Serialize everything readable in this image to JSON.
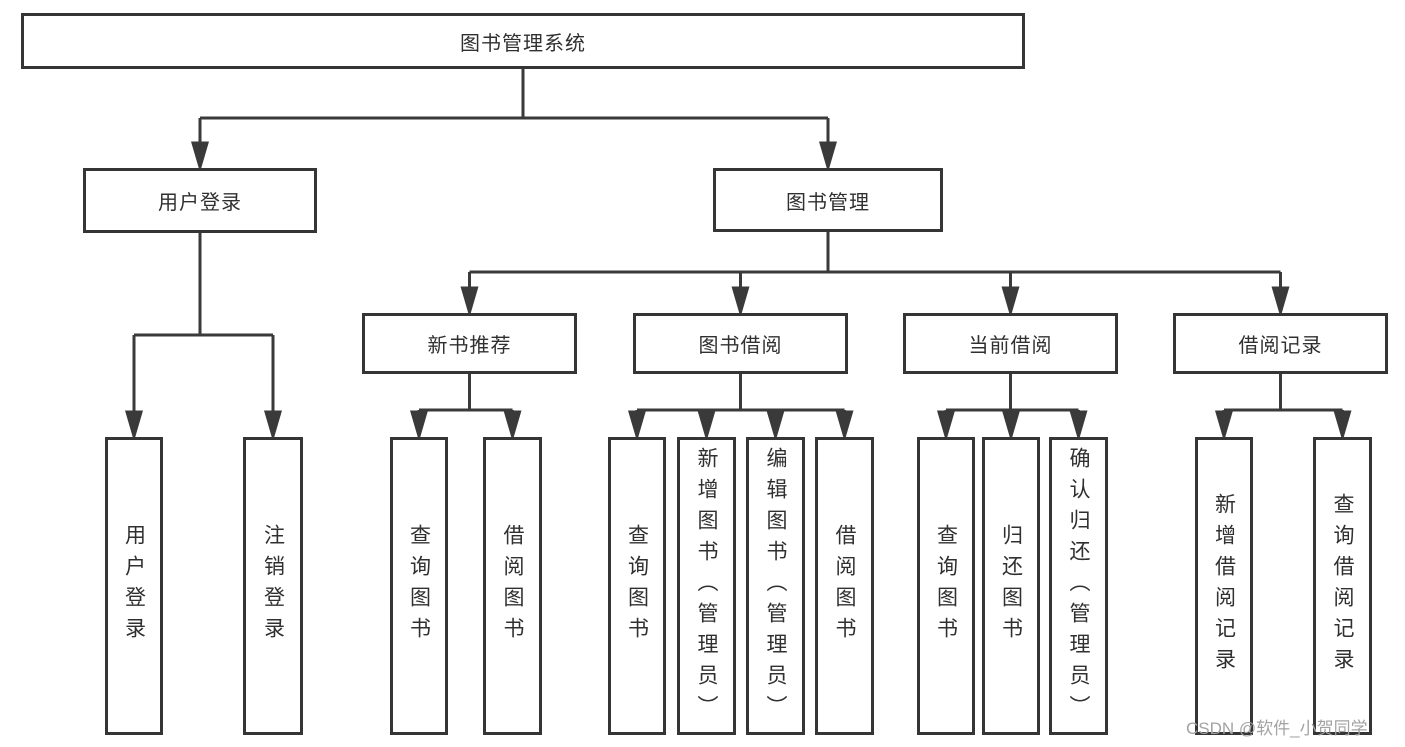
{
  "diagram": {
    "title": "图书管理系统",
    "tree": {
      "label": "图书管理系统",
      "children": [
        {
          "label": "用户登录",
          "children": [
            {
              "label": "用户登录"
            },
            {
              "label": "注销登录"
            }
          ]
        },
        {
          "label": "图书管理",
          "children": [
            {
              "label": "新书推荐",
              "children": [
                {
                  "label": "查询图书"
                },
                {
                  "label": "借阅图书"
                }
              ]
            },
            {
              "label": "图书借阅",
              "children": [
                {
                  "label": "查询图书"
                },
                {
                  "label": "新增图书（管理员）"
                },
                {
                  "label": "编辑图书（管理员）"
                },
                {
                  "label": "借阅图书"
                }
              ]
            },
            {
              "label": "当前借阅",
              "children": [
                {
                  "label": "查询图书"
                },
                {
                  "label": "归还图书"
                },
                {
                  "label": "确认归还（管理员）"
                }
              ]
            },
            {
              "label": "借阅记录",
              "children": [
                {
                  "label": "新增借阅记录"
                },
                {
                  "label": "查询借阅记录"
                }
              ]
            }
          ]
        }
      ]
    }
  },
  "watermark": {
    "text": "CSDN @软件_小贺同学",
    "color": "#a3a3a3"
  },
  "colors": {
    "line": "#3a3a3a",
    "node_border": "#353535",
    "node_fill": "#ffffff",
    "text": "#303030",
    "background": "#ffffff"
  }
}
